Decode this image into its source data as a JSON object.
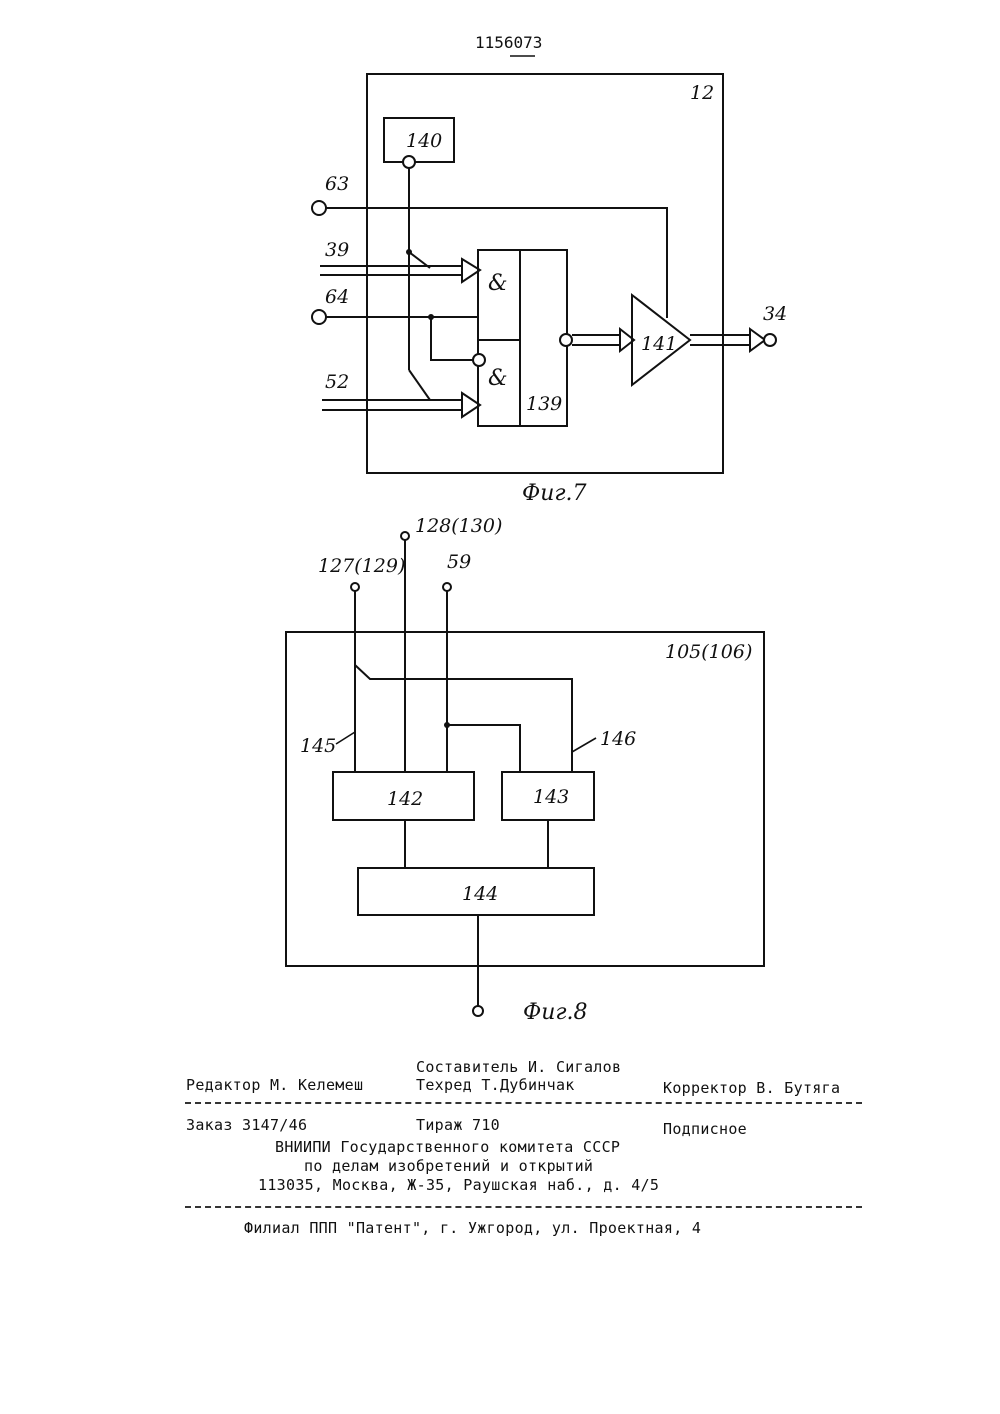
{
  "patent_number": "1156073",
  "fig7": {
    "caption": "Фиг.7",
    "block_label": "12",
    "elements": {
      "gen": "140",
      "gate_symbol": "&",
      "register": "139",
      "amplifier": "141"
    },
    "terminals": {
      "in_63": "63",
      "in_39": "39",
      "in_64": "64",
      "in_52": "52",
      "out_34": "34"
    }
  },
  "fig8": {
    "caption": "Фиг.8",
    "block_label": "105(106)",
    "elements": {
      "b142": "142",
      "b143": "143",
      "b144": "144"
    },
    "terminals": {
      "t127": "127(129)",
      "t128": "128(130)",
      "t59": "59"
    },
    "wires": {
      "w145": "145",
      "w146": "146"
    }
  },
  "imprint": {
    "compiler": "Составитель И. Сигалов",
    "editor": "Редактор М. Келемеш",
    "techred": "Техред Т.Дубинчак",
    "corrector": "Корректор В. Бутяга",
    "order": "Заказ 3147/46",
    "circulation": "Тираж 710",
    "subscription": "Подписное",
    "org_line1": "ВНИИПИ Государственного комитета СССР",
    "org_line2": "по делам изобретений и открытий",
    "org_address": "113035, Москва, Ж-35, Раушская наб., д. 4/5",
    "branch": "Филиал ППП \"Патент\", г. Ужгород, ул. Проектная, 4"
  }
}
